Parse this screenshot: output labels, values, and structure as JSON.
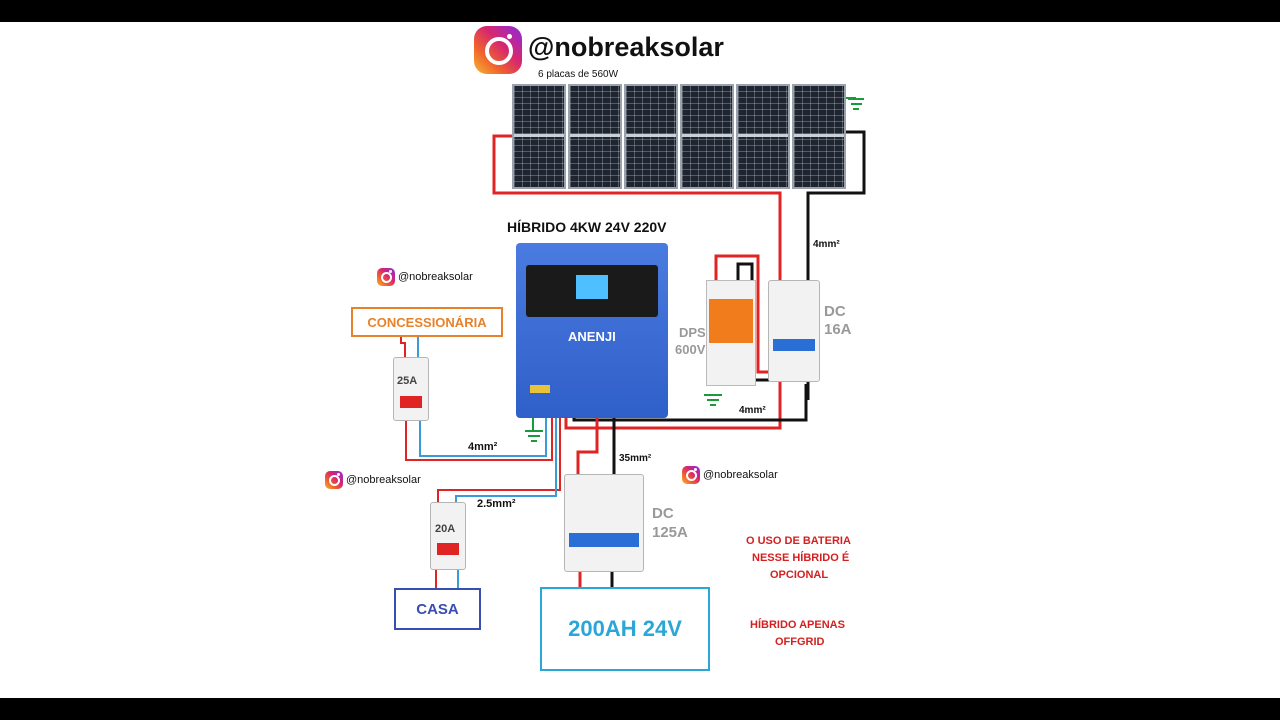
{
  "header": {
    "handle": "@nobreaksolar",
    "panels_note": "6 placas de 560W"
  },
  "inverter": {
    "title": "HÍBRIDO 4KW 24V 220V",
    "brand": "ANENJI"
  },
  "labels": {
    "concessionaria": "CONCESSIONÁRIA",
    "casa": "CASA",
    "battery": "200AH 24V",
    "dps_line1": "DPS",
    "dps_line2": "600V",
    "dc16_line1": "DC",
    "dc16_line2": "16A",
    "dc125_line1": "DC",
    "dc125_line2": "125A",
    "breaker_25": "25A",
    "breaker_20": "20A"
  },
  "wires": {
    "w_pv_top": "4mm²",
    "w_pv_bottom": "4mm²",
    "w_grid": "4mm²",
    "w_house": "2.5mm²",
    "w_battery": "35mm²"
  },
  "watermarks": {
    "handle_small": "@nobreaksolar"
  },
  "notes": {
    "battery_optional": [
      "O USO DE BATERIA",
      "NESSE HÍBRIDO É",
      "OPCIONAL"
    ],
    "offgrid": [
      "HÍBRIDO APENAS",
      "OFFGRID"
    ]
  },
  "colors": {
    "wire_positive": "#e02424",
    "wire_negative": "#111111",
    "wire_ac": "#3a9bd9",
    "ground": "#1a9a3a",
    "concessionaria": "#e8822a",
    "casa": "#3a4db0",
    "battery": "#2aa7d6",
    "notes": "#d42020"
  },
  "icons": [
    "instagram-icon",
    "ground-icon"
  ]
}
